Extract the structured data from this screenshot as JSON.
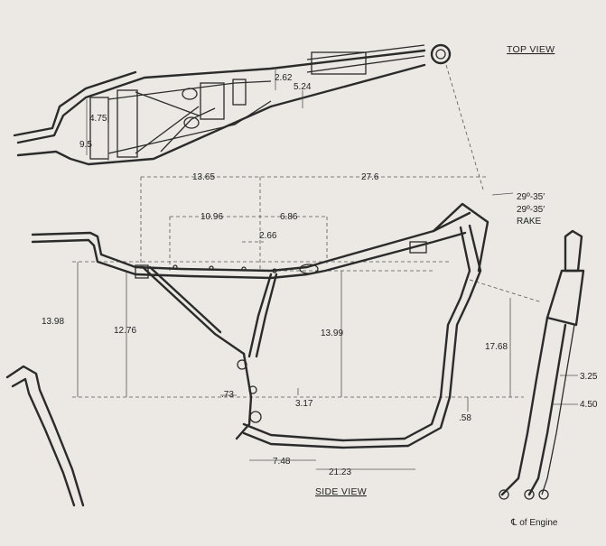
{
  "views": {
    "top": "TOP VIEW",
    "side": "SIDE VIEW"
  },
  "top_dims": {
    "d1": "2.62",
    "d2": "5.24",
    "d3": "4.75",
    "d4": "9.5"
  },
  "side_dims": {
    "d_13_65": "13.65",
    "d_27_6": "27.6",
    "d_10_96": "10.96",
    "d_6_86": "6.86",
    "d_2_66": "2.66",
    "d_13_98": "13.98",
    "d_12_76": "12.76",
    "d_13_99": "13.99",
    "d_17_68": "17.68",
    "d_73": ".73",
    "d_3_17": "3.17",
    "d_58": ".58",
    "d_7_48": "7.48",
    "d_21_23": "21.23",
    "d_3_25": "3.25",
    "d_4_50": "4.50"
  },
  "rake": {
    "line1": "29º-35′",
    "line2": "29º-35′",
    "label": "RAKE"
  },
  "engine_label": "℄ of Engine"
}
